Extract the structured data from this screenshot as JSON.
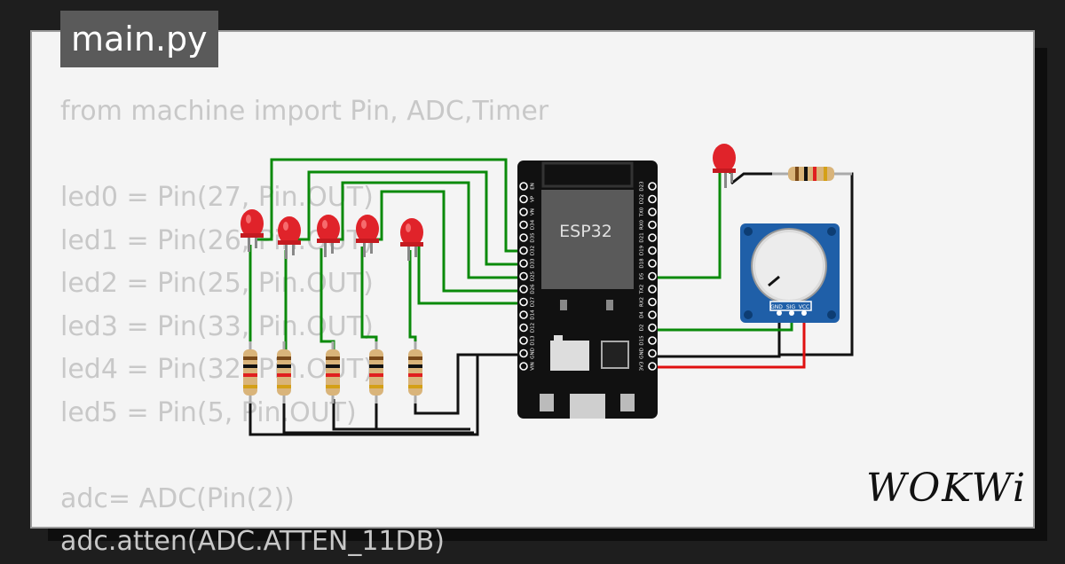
{
  "editor": {
    "filename": "main.py",
    "code_lines": [
      "from machine import Pin, ADC,Timer",
      "",
      "led0 = Pin(27, Pin.OUT)",
      "led1 = Pin(26, Pin.OUT)",
      "led2 = Pin(25, Pin.OUT)",
      "led3 = Pin(33, Pin.OUT)",
      "led4 = Pin(32, Pin.OUT)",
      "led5 = Pin(5, Pin.OUT)",
      "",
      "adc= ADC(Pin(2))",
      "adc.atten(ADC.ATTEN_11DB)"
    ]
  },
  "board": {
    "label": "ESP32",
    "left_pins": [
      "EN",
      "VP",
      "VN",
      "D34",
      "D35",
      "D32",
      "D33",
      "D25",
      "D26",
      "D27",
      "D14",
      "D12",
      "D13",
      "GND",
      "VIN"
    ],
    "right_pins": [
      "D23",
      "D22",
      "TX0",
      "RX0",
      "D21",
      "D19",
      "D18",
      "D5",
      "TX2",
      "RX2",
      "D4",
      "D2",
      "D15",
      "GND",
      "3V3"
    ]
  },
  "potentiometer": {
    "pins": [
      "GND",
      "SIG",
      "VCC"
    ]
  },
  "brand": {
    "logo": "WOKWi"
  },
  "colors": {
    "wire_green": "#0a8a0a",
    "wire_black": "#111111",
    "wire_red": "#e01010",
    "led_red": "#e0232a",
    "board": "#111111",
    "pot_board": "#1f5fa8"
  }
}
